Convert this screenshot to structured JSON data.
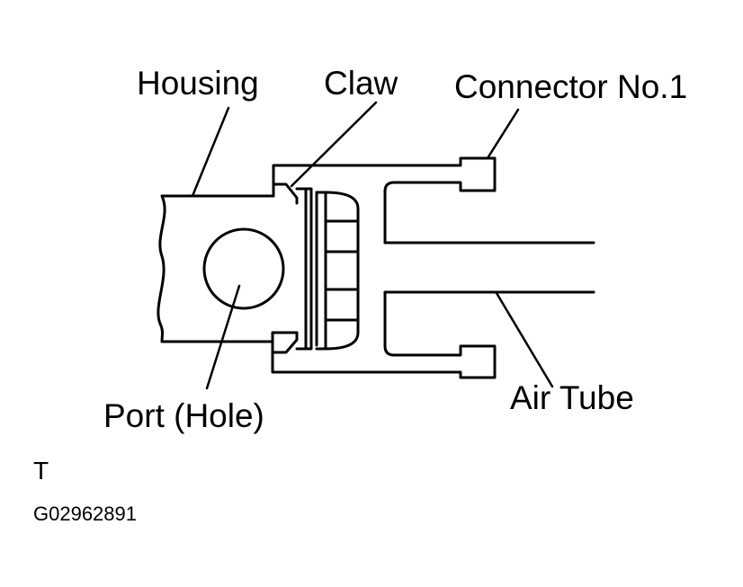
{
  "labels": {
    "housing": "Housing",
    "claw": "Claw",
    "connector": "Connector No.1",
    "port": "Port (Hole)",
    "air_tube": "Air Tube"
  },
  "footer": {
    "mark": "T",
    "code": "G02962891"
  }
}
